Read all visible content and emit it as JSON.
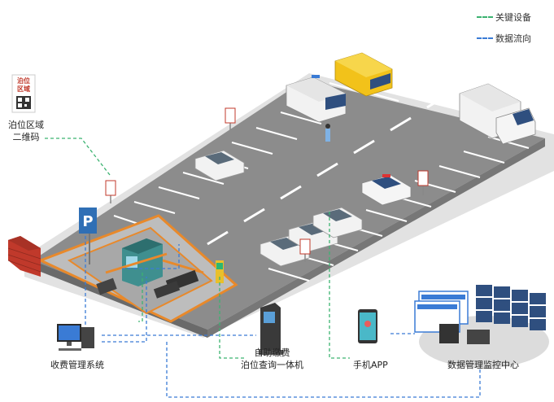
{
  "legend": {
    "key_device": {
      "label": "关键设备",
      "color": "#3cb371"
    },
    "data_flow": {
      "label": "数据流向",
      "color": "#3a7bd5"
    }
  },
  "labels": {
    "qr_code_area": "泊位区域\n二维码",
    "qr_sign_line1": "泊位",
    "qr_sign_line2": "区域",
    "charging_system": "收费管理系统",
    "self_pay_kiosk": "自助缴费\n泊位查询一体机",
    "mobile_app": "手机APP",
    "monitoring_center": "数据管理监控中心"
  },
  "colors": {
    "road": "#8e8e8e",
    "road_dark": "#6f6f6f",
    "sidewalk": "#d9d9d9",
    "lot_orange": "#e8892b",
    "wall": "#c0392b"
  }
}
